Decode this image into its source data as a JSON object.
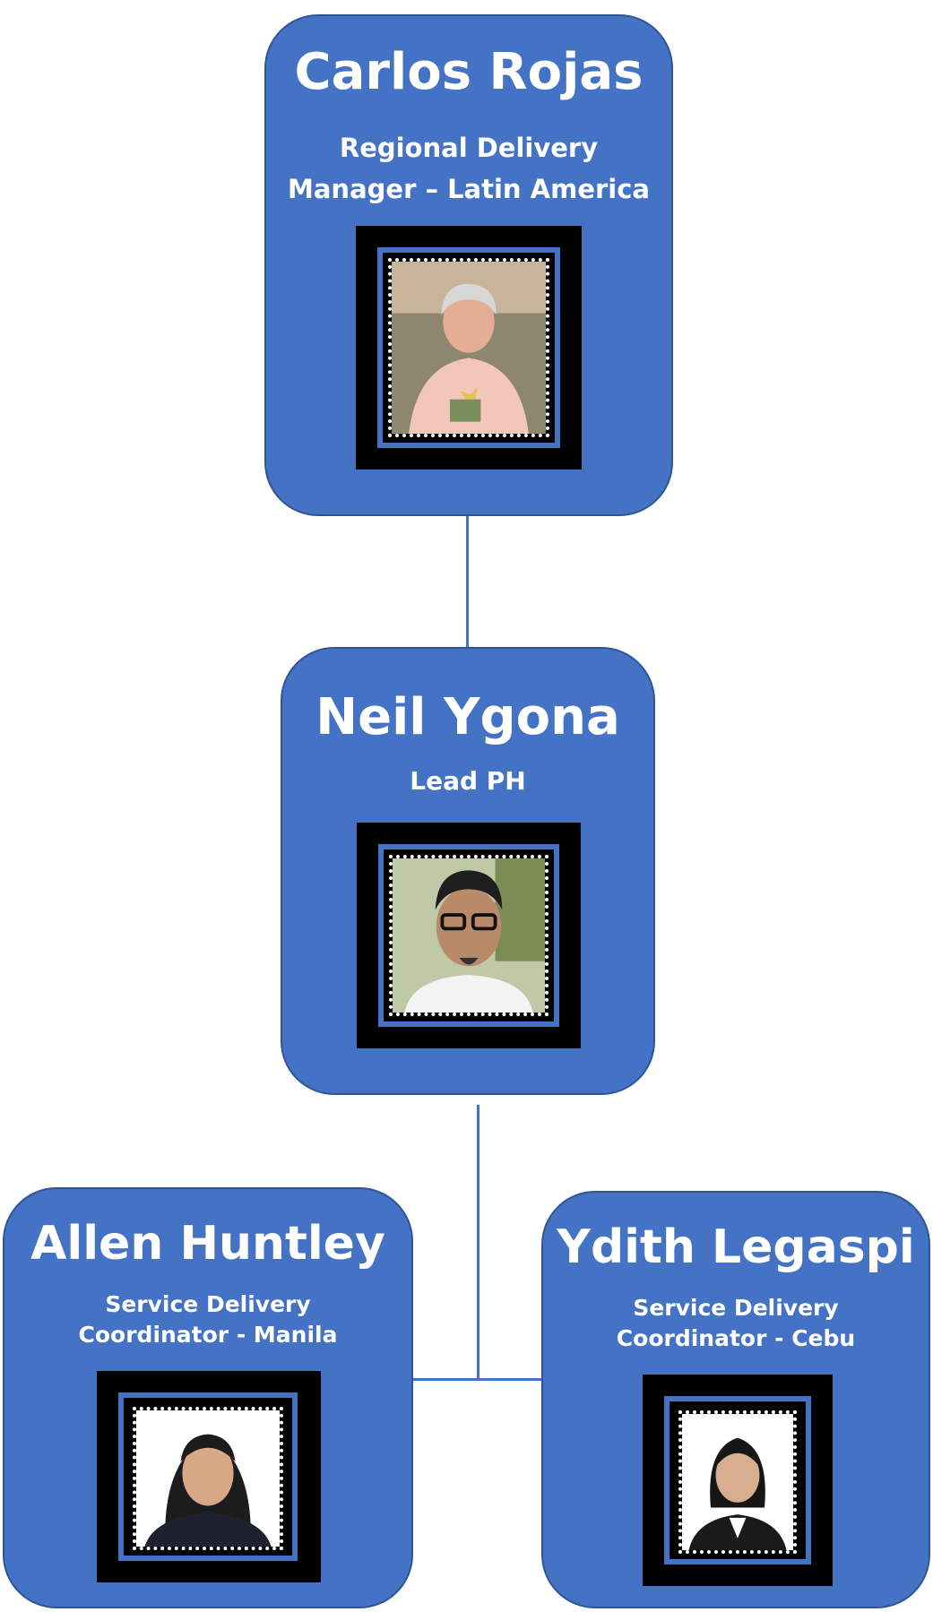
{
  "colors": {
    "card_fill": "#4472C4",
    "card_border": "#2F5597",
    "connector": "#4472C4",
    "text": "#FFFFFF",
    "frame": "#000000"
  },
  "org_chart": {
    "top": {
      "name": "Carlos Rojas",
      "title_line1": "Regional Delivery",
      "title_line2": "Manager – Latin America",
      "photo_icon": "person-photo"
    },
    "middle": {
      "name": "Neil Ygona",
      "title_line1": "Lead PH",
      "photo_icon": "person-photo"
    },
    "bottom_left": {
      "name": "Allen Huntley",
      "title_line1": "Service Delivery",
      "title_line2": "Coordinator - Manila",
      "photo_icon": "person-photo"
    },
    "bottom_right": {
      "name": "Ydith Legaspi",
      "title_line1": "Service Delivery",
      "title_line2": "Coordinator - Cebu",
      "photo_icon": "person-photo"
    }
  }
}
